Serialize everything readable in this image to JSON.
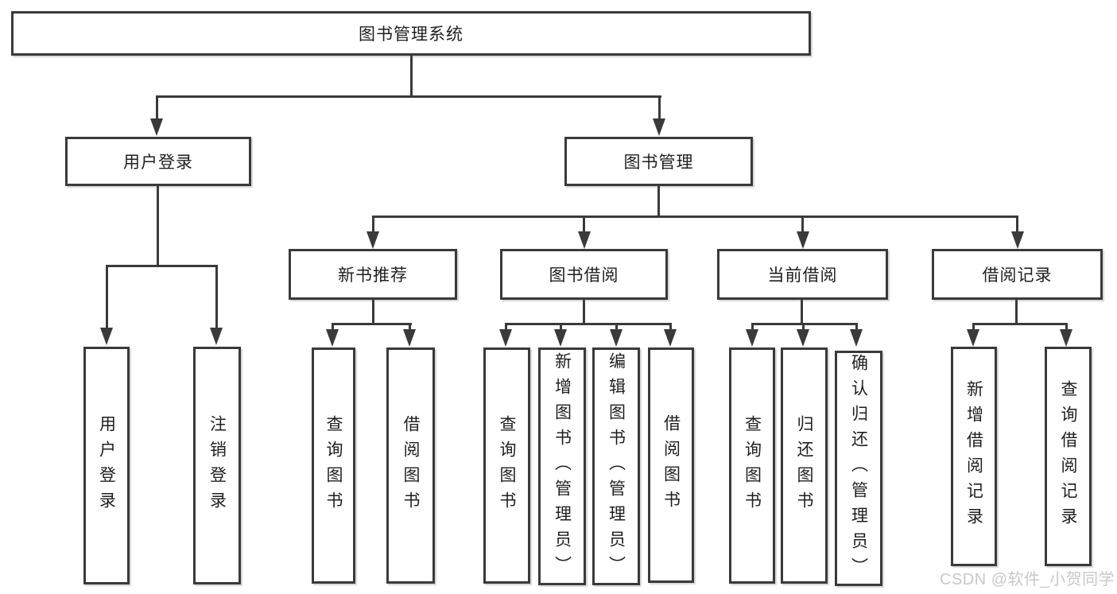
{
  "colors": {
    "line": "#3a3a3a",
    "text": "#1f1f1f",
    "background": "#ffffff",
    "watermark": "#c8c8c8"
  },
  "diagram": {
    "root": {
      "label": "图书管理系统"
    },
    "branches": [
      {
        "label": "用户登录",
        "children": [
          {
            "label": "用户登录"
          },
          {
            "label": "注销登录"
          }
        ]
      },
      {
        "label": "图书管理",
        "groups": [
          {
            "label": "新书推荐",
            "children": [
              {
                "label": "查询图书"
              },
              {
                "label": "借阅图书"
              }
            ]
          },
          {
            "label": "图书借阅",
            "children": [
              {
                "label": "查询图书"
              },
              {
                "label": "新增图书（管理员）"
              },
              {
                "label": "编辑图书（管理员）"
              },
              {
                "label": "借阅图书"
              }
            ]
          },
          {
            "label": "当前借阅",
            "children": [
              {
                "label": "查询图书"
              },
              {
                "label": "归还图书"
              },
              {
                "label": "确认归还（管理员）"
              }
            ]
          },
          {
            "label": "借阅记录",
            "children": [
              {
                "label": "新增借阅记录"
              },
              {
                "label": "查询借阅记录"
              }
            ]
          }
        ]
      }
    ]
  },
  "watermark": {
    "text": "CSDN @软件_小贺同学"
  }
}
